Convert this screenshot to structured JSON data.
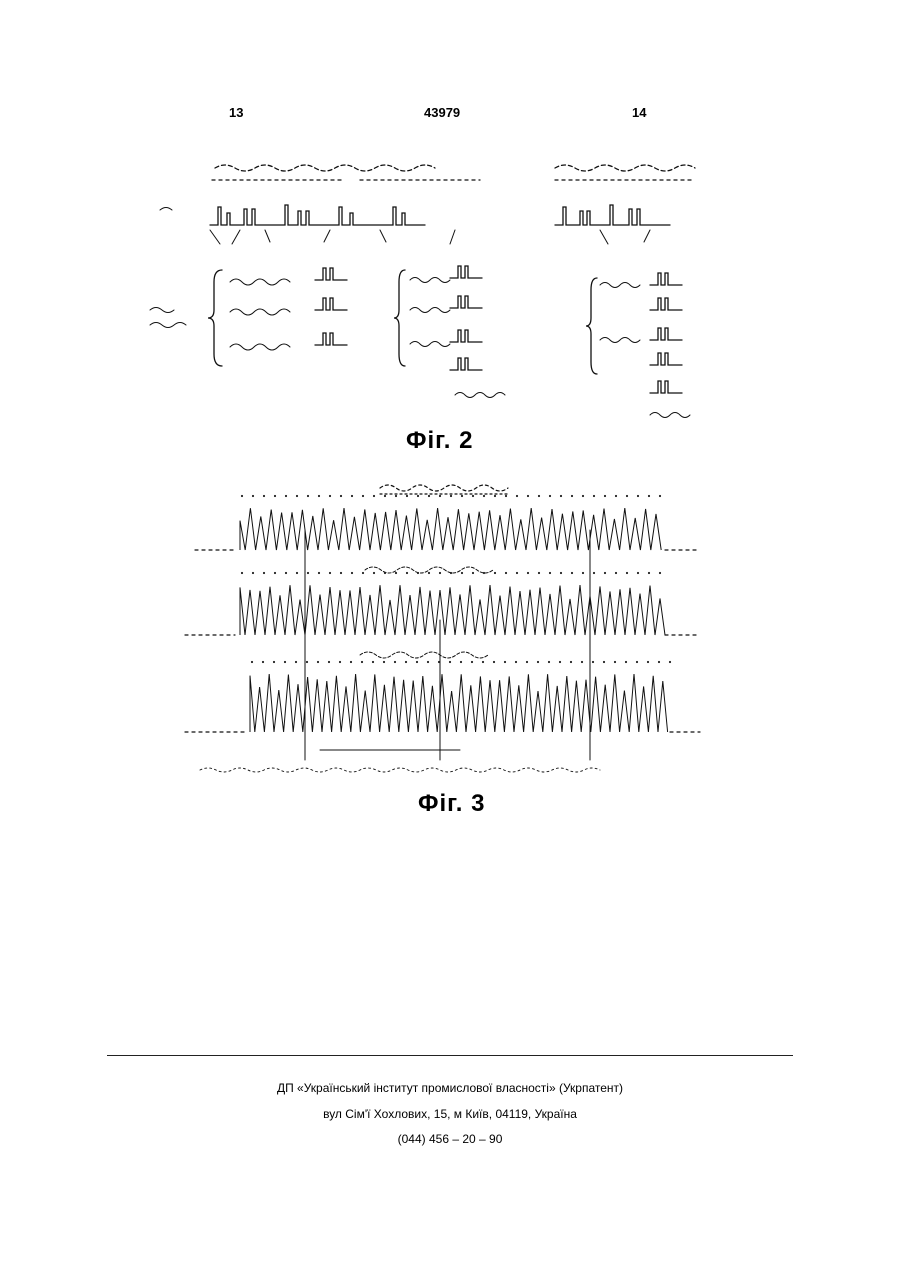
{
  "header": {
    "page_left": "13",
    "patent_number": "43979",
    "page_right": "14"
  },
  "figures": [
    {
      "caption": "Фіг. 2"
    },
    {
      "caption": "Фіг. 3"
    }
  ],
  "footer": {
    "line1": "ДП «Український інститут промислової власності» (Укрпатент)",
    "line2": "вул  Сім'ї Хохлових, 15, м  Київ, 04119, Україна",
    "line3": "(044) 456 – 20 –  90"
  }
}
